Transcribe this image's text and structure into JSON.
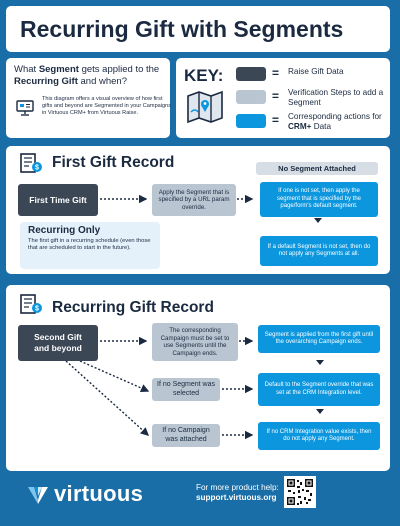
{
  "title": "Recurring Gift with Segments",
  "intro": {
    "question_pre": "What ",
    "question_b1": "Segment",
    "question_mid": " gets applied to the ",
    "question_b2": "Recurring Gift",
    "question_post": " and when?",
    "description": "This diagram offers a visual overview of how first gifts and beyond are Segmented in your Campaigns in Virtuous CRM+ from Virtuous Raise."
  },
  "key": {
    "label": "KEY:",
    "eq": "=",
    "items": [
      {
        "text": "Raise Gift Data",
        "color": "#3c4756"
      },
      {
        "text": "Verification Steps to add a Segment",
        "color": "#b9c5d1"
      },
      {
        "text_pre": "Corresponding actions for ",
        "text_bold": "CRM+",
        "text_post": " Data",
        "color": "#0b96de"
      }
    ]
  },
  "first_section": {
    "title": "First Gift Record",
    "gift_box": "First Time Gift",
    "verify_box": "Apply the Segment that is specified by a URL param override.",
    "no_segment_label": "No Segment Attached",
    "action1": "If one is not set, then apply the segment that is specified by the page/form's default segment.",
    "action2": "If a default Segment is not set, then do not apply any Segments at all.",
    "recurring_title": "Recurring Only",
    "recurring_desc": "The first gift in a recurring schedule (even those that are scheduled to start in the future)."
  },
  "recurring_section": {
    "title": "Recurring Gift Record",
    "gift_box": "Second Gift and beyond",
    "verify1": "The corresponding Campaign must be set to use Segments until the Campaign ends.",
    "verify2": "If no Segment was selected",
    "verify3": "If no Campaign was attached",
    "action1": "Segment is applied from the first gift until the overarching Campaign ends.",
    "action2": "Default to the Segment override that was set at the CRM Integration level.",
    "action3": "If no CRM Integration value exists, then do not apply any Segment."
  },
  "footer": {
    "brand": "virtuous",
    "help_line1": "For more product help:",
    "help_line2": "support.virtuous.org"
  },
  "colors": {
    "background": "#1a6ea8",
    "dark": "#3c4756",
    "gray": "#b9c5d1",
    "blue": "#0b96de"
  }
}
